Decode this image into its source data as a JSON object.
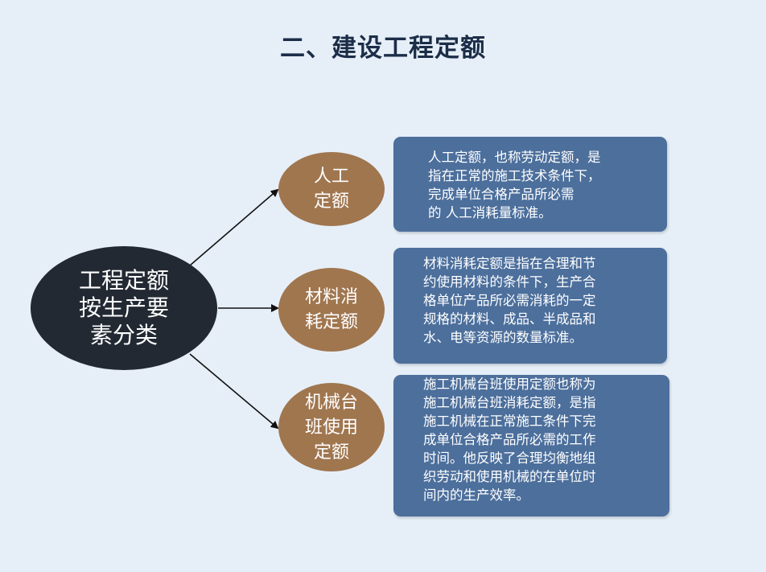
{
  "slide": {
    "title": "二、建设工程定额"
  },
  "diagram": {
    "root": {
      "label": "工程定额\n按生产要\n素分类"
    },
    "categories": [
      {
        "label": "人工\n定额",
        "description": "人工定额，也称劳动定额，是\n指在正常的施工技术条件下，\n完成单位合格产品所必需\n的 人工消耗量标准。"
      },
      {
        "label": "材料消\n耗定额",
        "description": "材料消耗定额是指在合理和节\n约使用材料的条件下，生产合\n格单位产品所必需消耗的一定\n规格的材料、成品、半成品和\n水、电等资源的数量标准。"
      },
      {
        "label": "机械台\n班使用\n定额",
        "description": "施工机械台班使用定额也称为\n施工机械台班消耗定额，是指\n施工机械在正常施工条件下完\n成单位合格产品所必需的工作\n时间。他反映了合理均衡地组\n织劳动和使用机械的在单位时\n间内的生产效率。"
      }
    ],
    "colors": {
      "background": "#e6eff8",
      "title": "#1c2d48",
      "root_fill": "#222933",
      "category_fill": "#a0764f",
      "box_fill": "#4c6f9c",
      "text_on_fill": "#ffffff",
      "connector": "#111111"
    }
  }
}
